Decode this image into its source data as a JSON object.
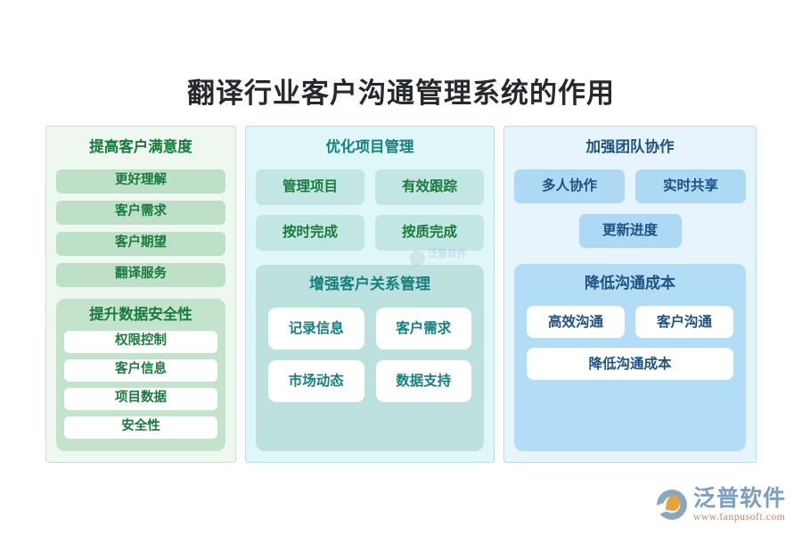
{
  "page": {
    "title": "翻译行业客户沟通管理系统的作用",
    "background": "#ffffff"
  },
  "colors": {
    "green_accent": "#1a7a3c",
    "teal_accent": "#15807e",
    "blue_accent": "#1d5283",
    "green_panel_bg": "#eef8f0",
    "teal_panel_bg": "#e0f7fa",
    "blue_panel_bg": "#e7f4fd",
    "title_color": "#25282c"
  },
  "columns": [
    {
      "id": "customer-satisfaction",
      "theme": "green",
      "title": "提高客户满意度",
      "items": [
        "更好理解",
        "客户需求",
        "客户期望",
        "翻译服务"
      ],
      "subgroup": {
        "id": "data-security",
        "title": "提升数据安全性",
        "items": [
          "权限控制",
          "客户信息",
          "项目数据",
          "安全性"
        ]
      }
    },
    {
      "id": "project-management",
      "theme": "teal",
      "title": "优化项目管理",
      "items": [
        "管理项目",
        "有效跟踪",
        "按时完成",
        "按质完成"
      ],
      "subgroup": {
        "id": "customer-relationship",
        "title": "增强客户关系管理",
        "items": [
          "记录信息",
          "客户需求",
          "市场动态",
          "数据支持"
        ]
      }
    },
    {
      "id": "team-collaboration",
      "theme": "blue",
      "title": "加强团队协作",
      "items": [
        "多人协作",
        "实时共享"
      ],
      "single_item": "更新进度",
      "subgroup": {
        "id": "communication-cost",
        "title": "降低沟通成本",
        "items": [
          "高效沟通",
          "客户沟通"
        ],
        "wide_item": "降低沟通成本"
      }
    }
  ],
  "watermark": {
    "brand": "泛普软件",
    "url": "www.fanpusoft.com"
  },
  "logo": {
    "brand": "泛普软件",
    "url": "www.fanpusoft.com"
  }
}
